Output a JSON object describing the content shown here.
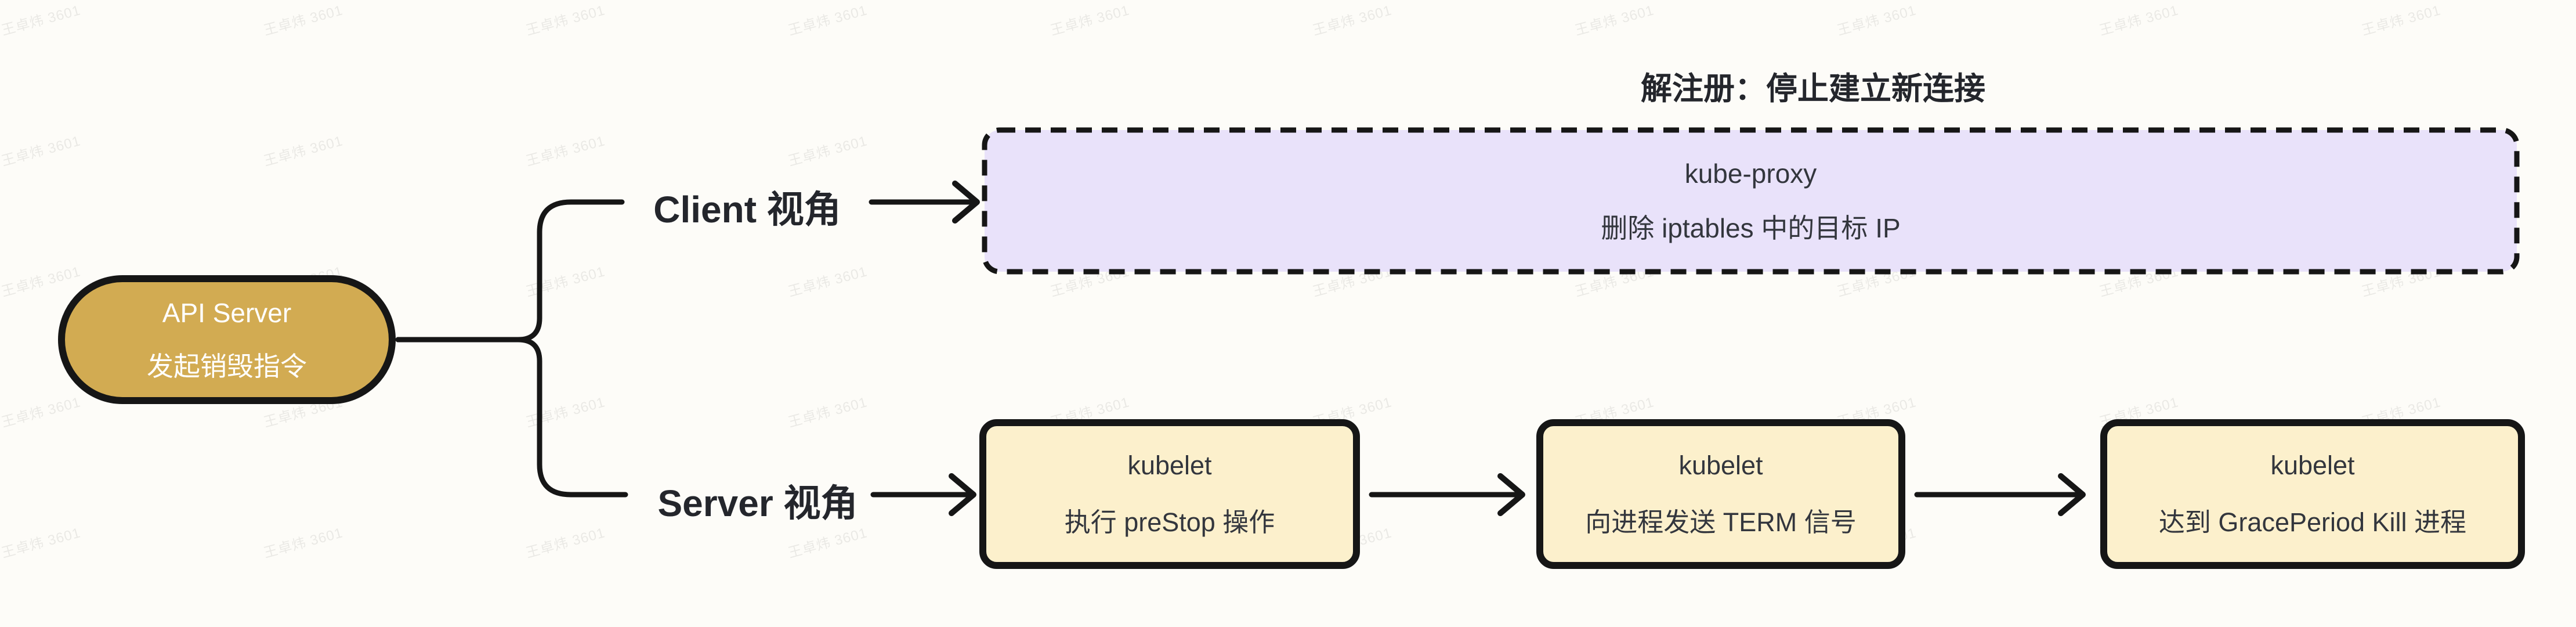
{
  "diagram": {
    "root_node": {
      "line1": "API Server",
      "line2": "发起销毁指令"
    },
    "branches": {
      "client": {
        "label": "Client 视角"
      },
      "server": {
        "label": "Server 视角"
      }
    },
    "client_view": {
      "caption": "解注册：停止建立新连接",
      "kube_proxy_box": {
        "line1": "kube-proxy",
        "line2": "删除 iptables 中的目标 IP"
      }
    },
    "server_view": {
      "steps": [
        {
          "line1": "kubelet",
          "line2": "执行 preStop 操作"
        },
        {
          "line1": "kubelet",
          "line2": "向进程发送 TERM 信号"
        },
        {
          "line1": "kubelet",
          "line2": "达到 GracePeriod Kill 进程"
        }
      ]
    }
  },
  "watermark": {
    "text": "王卓炜 3601"
  },
  "colors": {
    "background": "#fdfcf8",
    "stroke": "#161616",
    "root_fill": "#d2ab52",
    "root_text": "#ffffff",
    "step_fill": "#fcf0cc",
    "client_fill": "#e9e2fa",
    "box_text": "#33363d",
    "heading_text": "#24262c"
  }
}
